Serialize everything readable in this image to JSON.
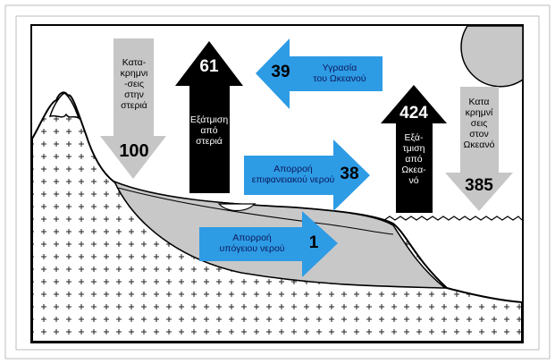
{
  "arrows": {
    "precip_land": {
      "label": [
        "Κατα-",
        "κρημνι",
        "-σεις",
        "στην",
        "στεριά"
      ],
      "value": "100",
      "color": "#c6c6c6"
    },
    "evap_land": {
      "label": [
        "Εξάτμιση",
        "από",
        "στεριά"
      ],
      "value": "61",
      "color": "#000000"
    },
    "ocean_moisture": {
      "label": [
        "Υγρασία",
        "του Ωκεανού"
      ],
      "value": "39",
      "color": "#2e9be5"
    },
    "evap_ocean": {
      "label": [
        "Εξά-",
        "τμιση",
        "από",
        "Ωκεα-",
        "νό"
      ],
      "value": "424",
      "color": "#000000"
    },
    "precip_ocean": {
      "label": [
        "Κατα",
        "κρημνί",
        "σεις",
        "στον",
        "Ωκεανό"
      ],
      "value": "385",
      "color": "#c6c6c6"
    },
    "surface_runoff": {
      "label": [
        "Απορροή",
        "επιφανειακού νερού"
      ],
      "value": "38",
      "color": "#2e9be5"
    },
    "groundwater_runoff": {
      "label": [
        "Απορροή",
        "υπόγειου νερού"
      ],
      "value": "1",
      "color": "#2e9be5"
    }
  },
  "colors": {
    "ground": "#ffffff",
    "water_body": "#c8c8c8",
    "sun": "#c8c8c8",
    "outline": "#000000"
  }
}
